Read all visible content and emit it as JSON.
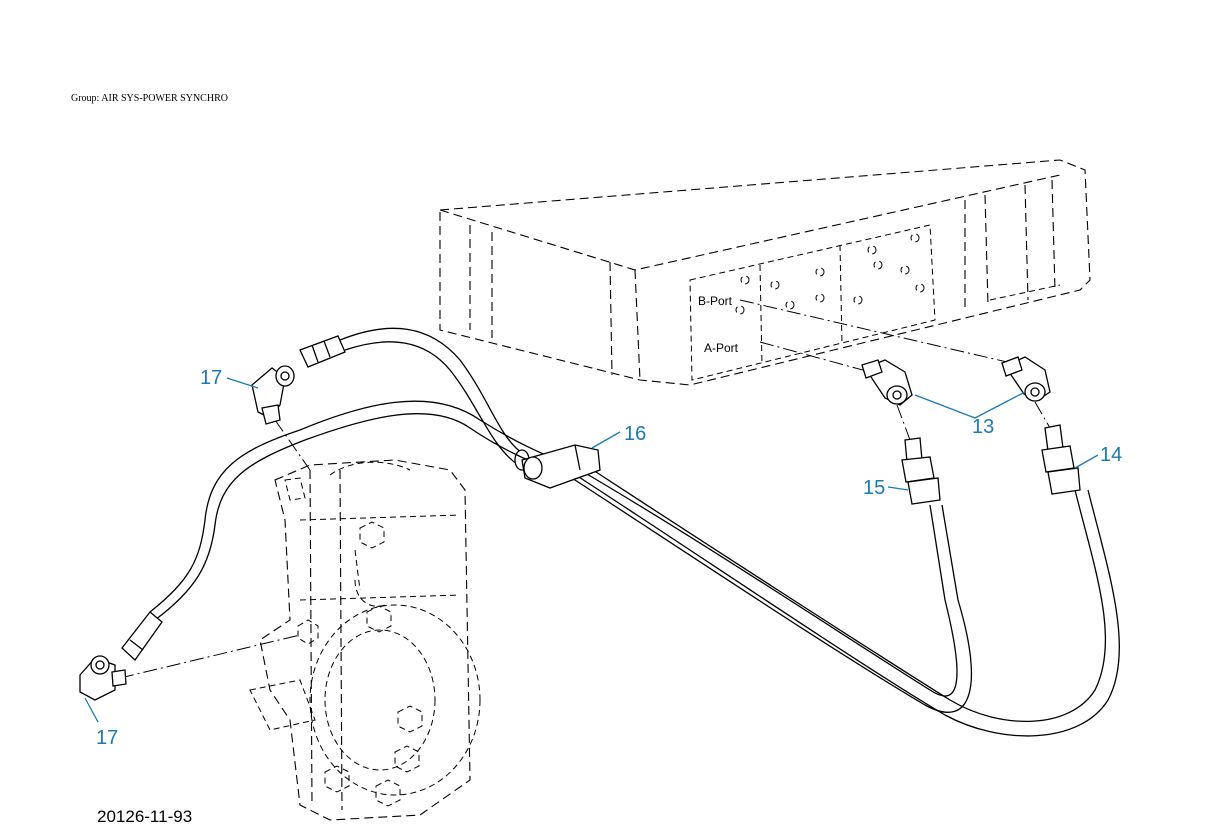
{
  "header": {
    "group_label": "Group: AIR SYS-POWER SYNCHRO"
  },
  "footer": {
    "drawing_number": "20126-11-93"
  },
  "ports": {
    "b_port": "B-Port",
    "a_port": "A-Port"
  },
  "callouts": [
    {
      "id": "c13",
      "label": "13"
    },
    {
      "id": "c14",
      "label": "14"
    },
    {
      "id": "c15",
      "label": "15"
    },
    {
      "id": "c16",
      "label": "16"
    },
    {
      "id": "c17a",
      "label": "17"
    },
    {
      "id": "c17b",
      "label": "17"
    }
  ],
  "colors": {
    "callout": "#1a7ab5",
    "line": "#000000",
    "background": "#ffffff"
  }
}
